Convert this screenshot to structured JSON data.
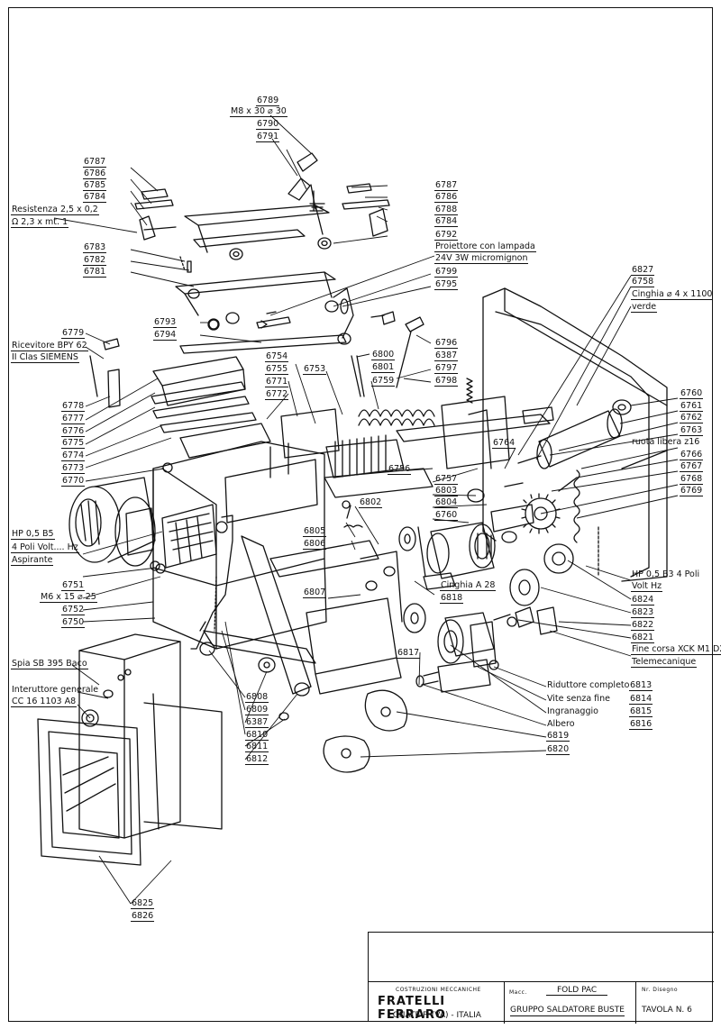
{
  "parts": {
    "p6789": "6789",
    "p_m8x30": "M8 x 30 ⌀ 30",
    "p6790": "6790",
    "p6791": "6791",
    "p6787L": "6787",
    "p6786L": "6786",
    "p6785": "6785",
    "p6784L": "6784",
    "p_res1": "Resistenza 2,5 x 0,2",
    "p_res2": "Ω 2,3 x mt. 1",
    "p6787R": "6787",
    "p6786R": "6786",
    "p6788": "6788",
    "p6784R": "6784",
    "p6792": "6792",
    "p_proj1": "Proiettore con lampada",
    "p_proj2": "24V 3W micromignon",
    "p6783": "6783",
    "p6782": "6782",
    "p6781": "6781",
    "p6799": "6799",
    "p6795": "6795",
    "p6793": "6793",
    "p6794": "6794",
    "p6779": "6779",
    "p_ric1": "Ricevitore BPY 62",
    "p_ric2": "II Clas  SIEMENS",
    "p6796": "6796",
    "p6800": "6800",
    "p6387a": "6387",
    "p6801": "6801",
    "p6797": "6797",
    "p6798": "6798",
    "p6754": "6754",
    "p6755": "6755",
    "p6753": "6753",
    "p6771": "6771",
    "p6772": "6772",
    "p6759": "6759",
    "p6778": "6778",
    "p6777": "6777",
    "p6776": "6776",
    "p6775": "6775",
    "p6774": "6774",
    "p6773": "6773",
    "p6770": "6770",
    "p6827": "6827",
    "p6758": "6758",
    "p_cing1": "Cinghia ⌀ 4 x 1100",
    "p_cing2": "verde",
    "p6760a": "6760",
    "p6761": "6761",
    "p6762": "6762",
    "p6763": "6763",
    "p_ruota": "ruota libera z16",
    "p6766": "6766",
    "p6767": "6767",
    "p6768": "6768",
    "p6769": "6769",
    "p6764": "6764",
    "p6756": "6756",
    "p6757": "6757",
    "p6803": "6803",
    "p6804": "6804",
    "p6760b": "6760",
    "p6802": "6802",
    "p6805": "6805",
    "p6806": "6806",
    "p_hp05b5": "HP 0,5   B5",
    "p_4poli": "4 Poli Volt.... Hz",
    "p_aspir": "Aspirante",
    "p6751": "6751",
    "p_m6x15": "M6 x 15 ⌀ 25",
    "p6752": "6752",
    "p6750": "6750",
    "p_hpb3a": "HP 0,5  B3   4 Poli",
    "p_hpb3b": "Volt         Hz",
    "p6807": "6807",
    "p_cingA28": "Cinghia  A 28",
    "p6818": "6818",
    "p6824": "6824",
    "p6823": "6823",
    "p6822": "6822",
    "p6821": "6821",
    "p_fine1": "Fine corsa XCK M1 D21",
    "p_fine2": "Telemecanique",
    "p6817": "6817",
    "p_spia": "Spia SB 395 Baco",
    "p_int1": "Interuttore generale",
    "p_int2": "CC 16  1103 A8",
    "p6808": "6808",
    "p6809": "6809",
    "p6387b": "6387",
    "p6810": "6810",
    "p6811": "6811",
    "p6812": "6812",
    "p_rid": "Riduttore completo",
    "p6813": "6813",
    "p_vite": "Vite senza fine",
    "p6814": "6814",
    "p_ingr": "Ingranaggio",
    "p6815": "6815",
    "p_alb": "Albero",
    "p6816": "6816",
    "p6819": "6819",
    "p6820": "6820",
    "p6825": "6825",
    "p6826": "6826"
  },
  "title_block": {
    "company_small": "COSTRUZIONI MECCANICHE",
    "company": "FRATELLI FERRARO",
    "location": "LONATE P. (VA) - ITALIA",
    "macc_label": "Macc.",
    "macc_value": "FOLD PAC",
    "group": "GRUPPO SALDATORE BUSTE",
    "drawing_no_label": "Nr. Disegno",
    "table": "TAVOLA N. 6"
  }
}
